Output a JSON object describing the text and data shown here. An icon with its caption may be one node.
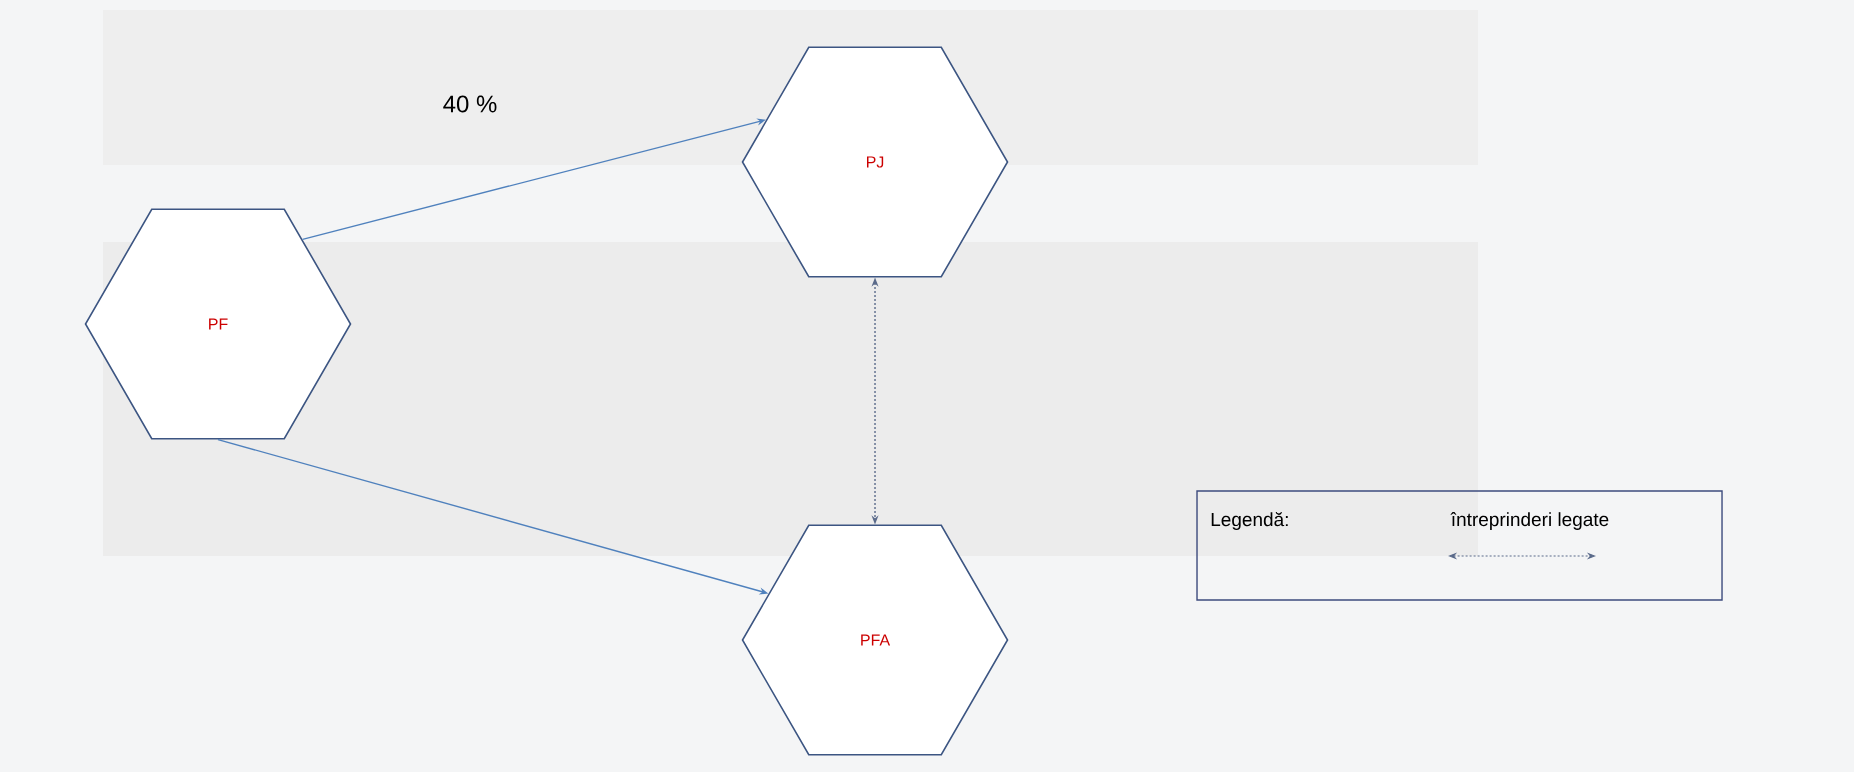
{
  "diagram": {
    "nodes": [
      {
        "text": [
          "PF"
        ]
      },
      {
        "text": [
          "PJ"
        ]
      },
      {
        "text": [
          "PFA"
        ]
      }
    ],
    "edges": [
      {
        "from": 0,
        "to": 1,
        "arrow": "to",
        "label": "40 %"
      },
      {
        "from": 0,
        "to": 2,
        "arrow": "to"
      },
      {
        "from": 1,
        "to": 2,
        "arrow": "both",
        "style": "dashed",
        "color": "#5a6a8a"
      }
    ],
    "labels": [
      "Legendă:"
    ],
    "legend": [
      {
        "text": "întreprinderi legate"
      }
    ]
  }
}
